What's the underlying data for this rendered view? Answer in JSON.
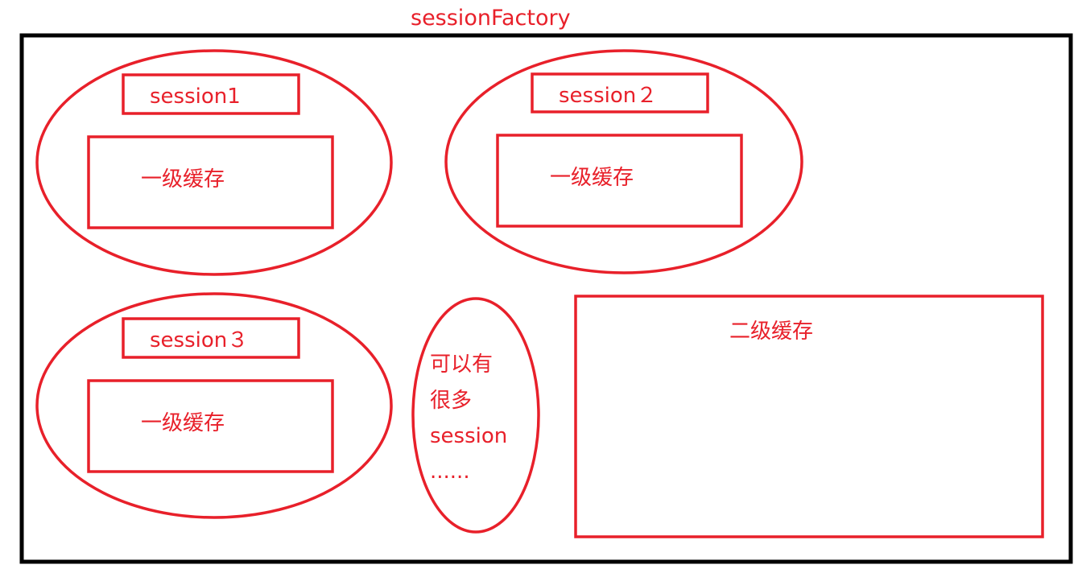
{
  "colors": {
    "outline": "#e8202a",
    "frame": "#000000",
    "background": "#ffffff"
  },
  "factory": {
    "title": "sessionFactory"
  },
  "sessions": [
    {
      "name": "session1",
      "cache_label": "一级缓存"
    },
    {
      "name": "session２",
      "cache_label": "一级缓存"
    },
    {
      "name": "session３",
      "cache_label": "一级缓存"
    }
  ],
  "more_sessions": {
    "lines": [
      "可以有",
      "很多",
      "session",
      "......"
    ]
  },
  "second_level_cache": {
    "label": "二级缓存"
  }
}
